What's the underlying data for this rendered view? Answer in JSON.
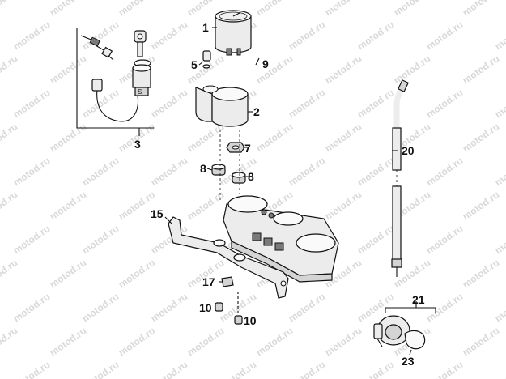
{
  "watermark": "motod.ru",
  "callouts": {
    "c1": "1",
    "c2": "2",
    "c3": "3",
    "c5": "5",
    "c7": "7",
    "c8a": "8",
    "c8b": "8",
    "c9": "9",
    "c10a": "10",
    "c10b": "10",
    "c15": "15",
    "c17": "17",
    "c20": "20",
    "c21": "21",
    "c23": "23"
  }
}
